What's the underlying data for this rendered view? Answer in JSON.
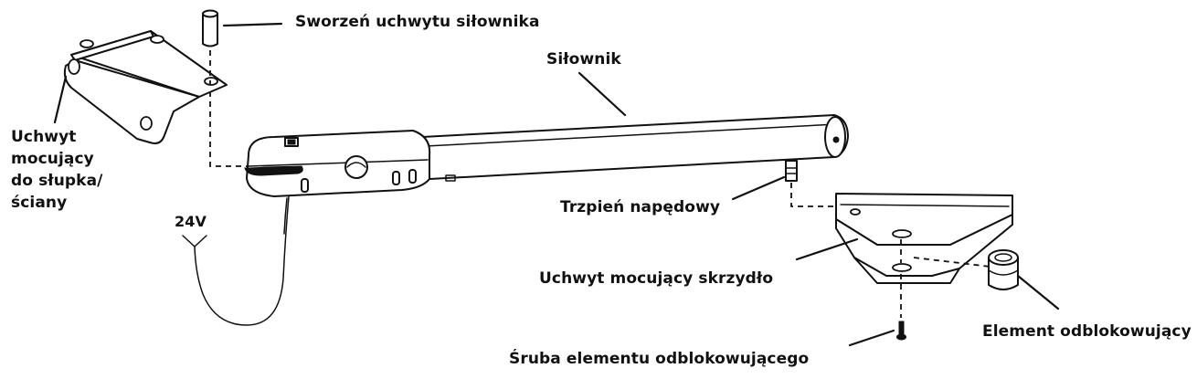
{
  "labels": {
    "pin": "Sworzeń uchwytu siłownika",
    "actuator": "Siłownik",
    "post_bracket_1": "Uchwyt",
    "post_bracket_2": "mocujący",
    "post_bracket_3": "do słupka/",
    "post_bracket_4": "ściany",
    "voltage": "24V",
    "drive_shaft": "Trzpień napędowy",
    "leaf_bracket": "Uchwyt mocujący skrzydło",
    "release_element": "Element odblokowujący",
    "release_screw": "Śruba elementu odblokowującego"
  }
}
